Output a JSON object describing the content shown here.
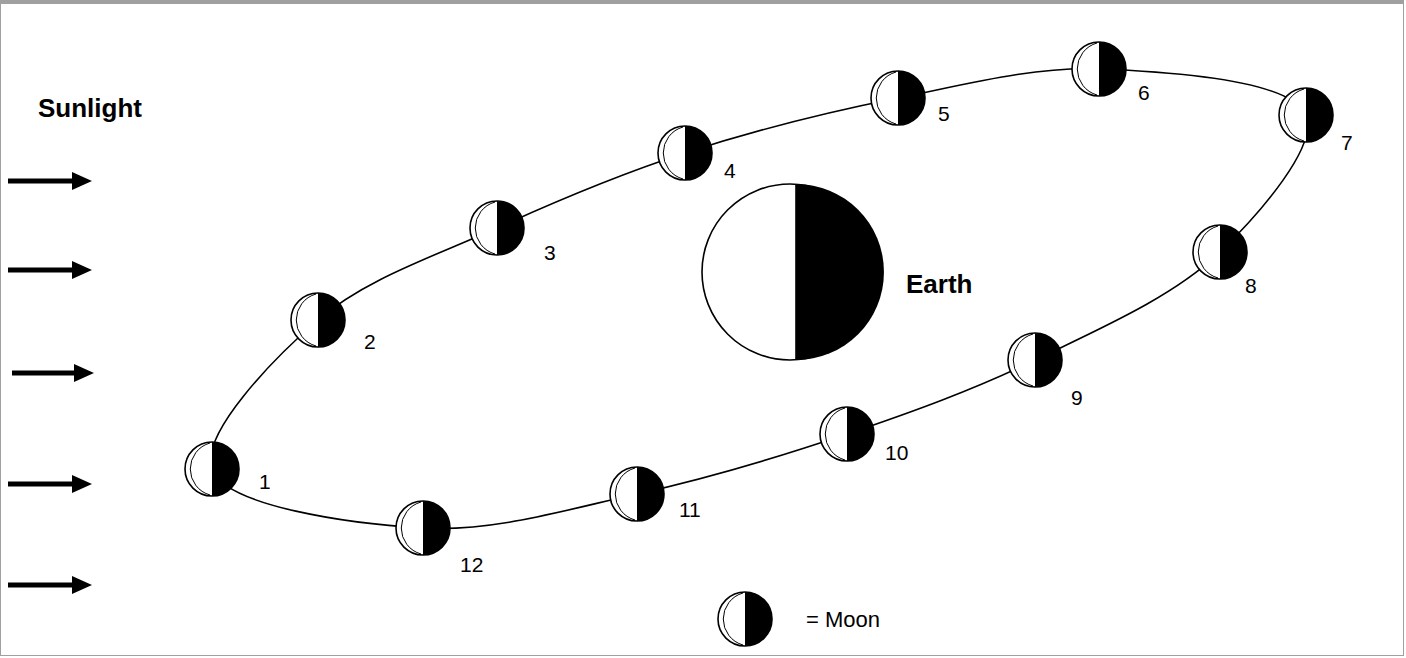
{
  "diagram": {
    "labels": [
      "Sunlight",
      "1",
      "2",
      "3",
      "4",
      "5",
      "6",
      "7",
      "8",
      "9",
      "10",
      "11",
      "12",
      "Earth"
    ],
    "legend": [
      {
        "text": "= Moon"
      }
    ]
  }
}
